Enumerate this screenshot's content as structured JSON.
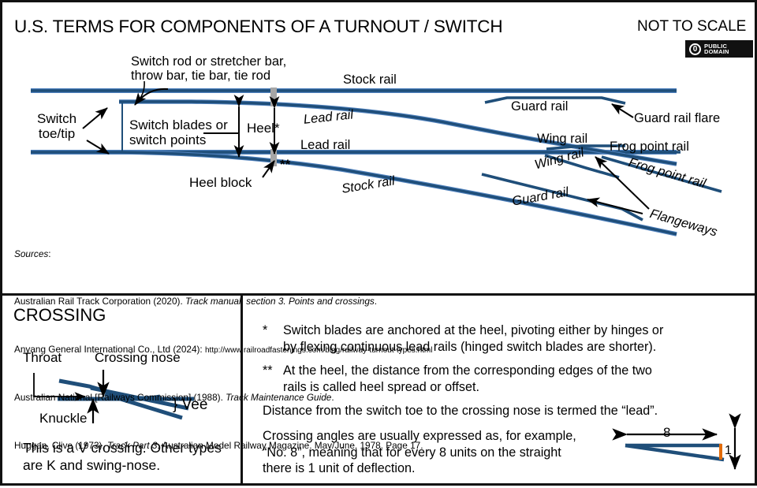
{
  "header": {
    "title": "U.S. TERMS FOR COMPONENTS OF A TURNOUT / SWITCH",
    "not_to_scale": "NOT TO SCALE",
    "badge": {
      "mark": "0",
      "line1": "PUBLIC",
      "line2": "DOMAIN"
    }
  },
  "diagram": {
    "labels": {
      "switch_rod": "Switch rod or stretcher bar,\nthrow bar, tie bar, tie rod",
      "stock_rail_top": "Stock rail",
      "switch_toe": "Switch\ntoe/tip",
      "switch_blades": "Switch blades or\nswitch points",
      "heel": "Heel*",
      "heel_marks": "**",
      "heel_block": "Heel block",
      "lead_rail_upper": "Lead rail",
      "lead_rail_lower": "Lead rail",
      "stock_rail_lower": "Stock rail",
      "guard_rail_upper": "Guard rail",
      "guard_rail_flare": "Guard rail flare",
      "wing_rail_upper": "Wing rail",
      "wing_rail_lower": "Wing rail",
      "frog_point_rail_upper": "Frog point rail",
      "frog_point_rail_lower": "Frog point rail",
      "guard_rail_lower": "Guard rail",
      "flangeways": "Flangeways"
    },
    "colors": {
      "rail_dark": "#1F4E79",
      "rail_light": "#4F81BD",
      "block_gray": "#A6A6A6"
    }
  },
  "sources": {
    "heading": "Sources",
    "items": [
      {
        "pre": "Australian Rail Track Corporation (2020). ",
        "ital": "Track manual, section 3. Points and crossings",
        "post": "."
      },
      {
        "pre": "Anyang General International Co., Ltd (2024): ",
        "url": "http://www.railroadfastenings.com/blog/railway-turnout-types.html",
        "post": ""
      },
      {
        "pre": "Australian National [Railways Commission] (1988). ",
        "ital": "Track Maintenance Guide",
        "post": "."
      },
      {
        "pre": "Huggan, Clive (1973), ",
        "ital": "Track Part 3",
        "post": ". Australian Model Railway Magazine. May/June, 1978. Page 17."
      }
    ]
  },
  "crossing_panel": {
    "title": "CROSSING",
    "labels": {
      "throat": "Throat",
      "crossing_nose": "Crossing nose",
      "knuckle": "Knuckle",
      "vee": "} Vee"
    },
    "caption": "This is a V crossing. Other types\nare K and swing-nose."
  },
  "notes_panel": {
    "notes": [
      {
        "marker": "*",
        "text": "Switch blades are anchored at the heel, pivoting either by hinges or\nby flexing continuous lead rails (hinged switch blades are shorter)."
      },
      {
        "marker": "**",
        "text": "At the heel, the distance from the corresponding edges of the two\nrails is called heel spread or offset."
      },
      {
        "marker": "",
        "text": "Distance from the switch toe to the crossing nose is termed the “lead”."
      },
      {
        "marker": "",
        "text": "Crossing angles are usually expressed as, for example,\n“No. 8”, meaning that for every 8 units on the straight\nthere is 1 unit of deflection."
      }
    ],
    "no8_diagram": {
      "run": "8",
      "rise": "1",
      "accent_color": "#E36C0A"
    }
  }
}
